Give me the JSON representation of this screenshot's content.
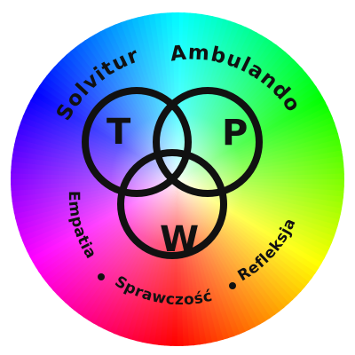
{
  "badge": {
    "motto_left": "Solvitur",
    "motto_right": "Ambulando",
    "values": {
      "left": "Empatia",
      "bottom": "Sprawczość",
      "right": "Refleksja"
    },
    "letters": {
      "top_left": "T",
      "top_right": "P",
      "bottom": "W"
    },
    "colors": {
      "ink": "#111111",
      "background": "#ffffff",
      "wheel_red": "#ff0000",
      "wheel_yellow": "#ffff00",
      "wheel_green": "#00ff00",
      "wheel_cyan": "#00ffff",
      "wheel_blue": "#0000ff",
      "wheel_magenta": "#ff00ff"
    },
    "icons": [
      "color-wheel",
      "three-interlocking-rings"
    ]
  }
}
